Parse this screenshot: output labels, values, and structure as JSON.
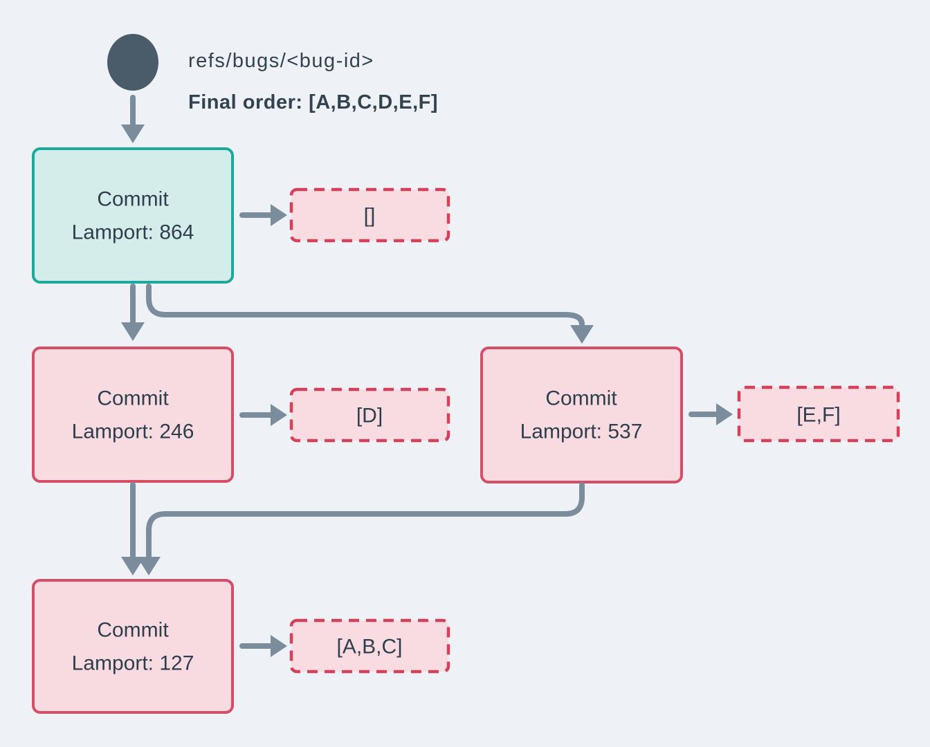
{
  "diagram": {
    "ref": {
      "label": "refs/bugs/<bug-id>",
      "final_order": "Final order: [A,B,C,D,E,F]"
    },
    "nodes": [
      {
        "title": "Commit",
        "lamport": "Lamport: 864",
        "kind": "head"
      },
      {
        "title": "Commit",
        "lamport": "Lamport: 246",
        "kind": "normal"
      },
      {
        "title": "Commit",
        "lamport": "Lamport: 537",
        "kind": "normal"
      },
      {
        "title": "Commit",
        "lamport": "Lamport: 127",
        "kind": "normal"
      }
    ],
    "payloads": [
      {
        "label": "[]"
      },
      {
        "label": "[D]"
      },
      {
        "label": "[E,F]"
      },
      {
        "label": "[A,B,C]"
      }
    ],
    "colors": {
      "background": "#eef1f5",
      "head_node_border": "#1ca99b",
      "head_node_fill": "#d5edea",
      "node_border": "#d34e66",
      "node_fill": "#f8dbe0",
      "payload_border": "#d3425a",
      "payload_fill": "#f8dce1",
      "arrow": "#7b8d9d",
      "text": "#2e3e4c",
      "ref_dot": "#4a5b6a"
    }
  }
}
